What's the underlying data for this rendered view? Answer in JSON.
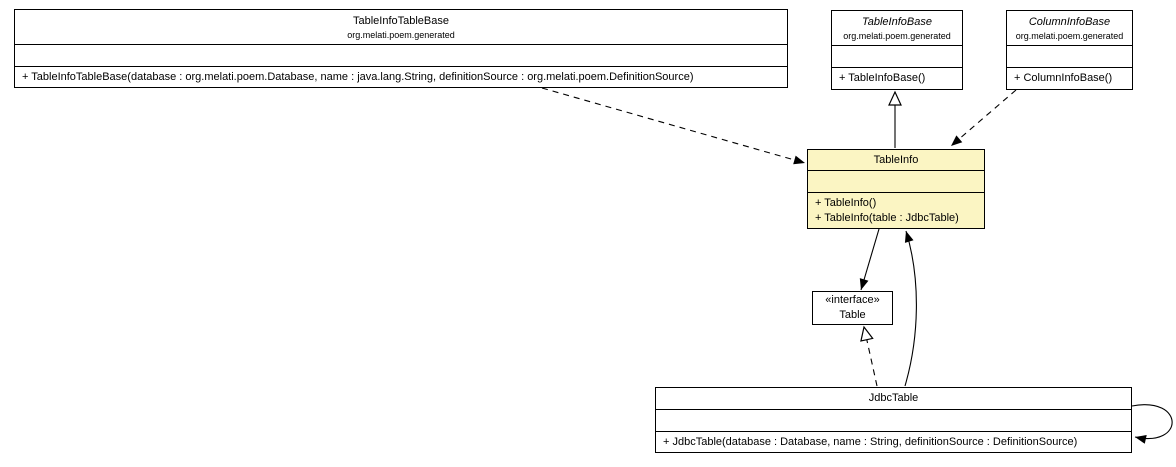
{
  "classes": {
    "tableInfoTableBase": {
      "name": "TableInfoTableBase",
      "package": "org.melati.poem.generated",
      "methods": [
        "+ TableInfoTableBase(database : org.melati.poem.Database, name : java.lang.String, definitionSource : org.melati.poem.DefinitionSource)"
      ]
    },
    "tableInfoBase": {
      "name": "TableInfoBase",
      "package": "org.melati.poem.generated",
      "methods": [
        "+ TableInfoBase()"
      ]
    },
    "columnInfoBase": {
      "name": "ColumnInfoBase",
      "package": "org.melati.poem.generated",
      "methods": [
        "+ ColumnInfoBase()"
      ]
    },
    "tableInfo": {
      "name": "TableInfo",
      "methods": [
        "+ TableInfo()",
        "+ TableInfo(table : JdbcTable)"
      ]
    },
    "table": {
      "stereotype": "«interface»",
      "name": "Table"
    },
    "jdbcTable": {
      "name": "JdbcTable",
      "methods": [
        "+ JdbcTable(database : Database, name : String, definitionSource : DefinitionSource)"
      ]
    }
  },
  "colors": {
    "highlight_fill": "#FBF5C3",
    "box_fill": "#FFFFFF",
    "line": "#000000"
  }
}
